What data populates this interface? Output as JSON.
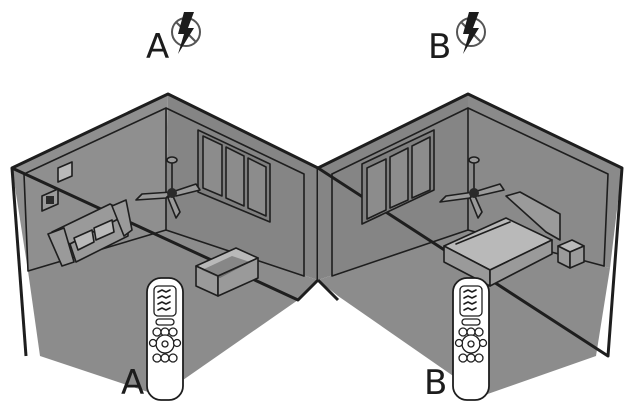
{
  "labels": {
    "room_a_top": "A",
    "room_b_top": "B",
    "remote_a": "A",
    "remote_b": "B"
  },
  "icons": {
    "power_off": "no-power-icon"
  },
  "colors": {
    "wall": "#8f8f8f",
    "outline": "#1e1e1e",
    "remote": "#ffffff"
  }
}
